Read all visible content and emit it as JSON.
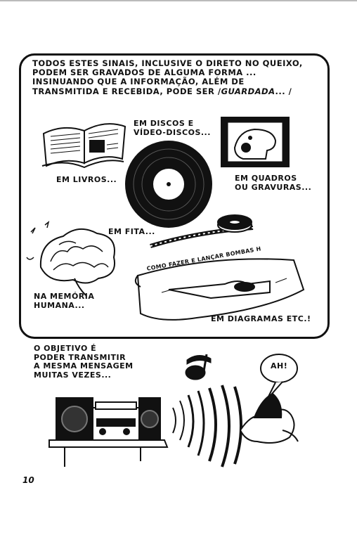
{
  "panel_intro": {
    "line1": "TODOS ESTES SINAIS, INCLUSIVE O DIRETO NO QUEIXO,",
    "line2": "PODEM SER GRAVADOS DE ALGUMA FORMA ...",
    "line3": "INSINUANDO QUE A INFORMAÇÃO, ALÉM DE",
    "line4_prefix": "TRANSMITIDA E RECEBIDA, PODE SER /",
    "line4_emph": "GUARDADA",
    "line4_suffix": "... /"
  },
  "labels": {
    "livros": "EM LIVROS...",
    "discos_line1": "EM DISCOS E",
    "discos_line2": "VÍDEO-DISCOS...",
    "quadros_line1": "EM QUADROS",
    "quadros_line2": "OU GRAVURAS...",
    "fita": "EM FITA...",
    "memoria_line1": "NA MEMÓRIA",
    "memoria_line2": "HUMANA...",
    "diagramas": "EM DIAGRAMAS ETC.!",
    "banner": "COMO FAZER E LANÇAR BOMBAS H"
  },
  "bottom": {
    "line1": "O OBJETIVO É",
    "line2": "PODER TRANSMITIR",
    "line3": "A MESMA MENSAGEM",
    "line4": "MUITAS VEZES...",
    "speech": "AH!"
  },
  "page_number": "10"
}
